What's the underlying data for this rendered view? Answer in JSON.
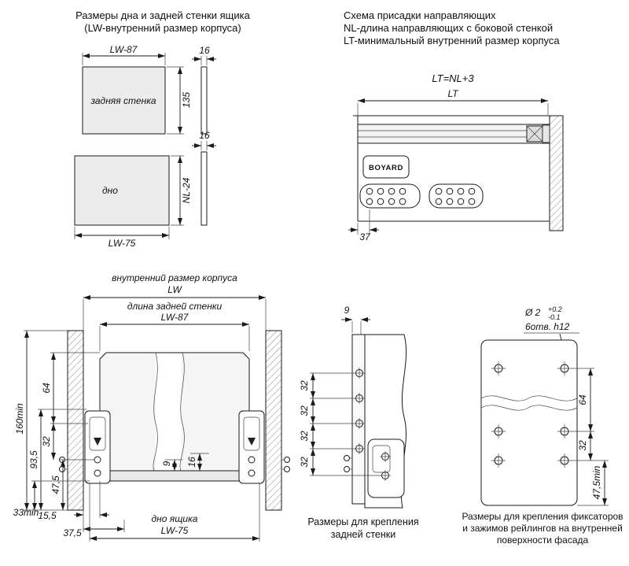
{
  "top_left": {
    "title_line1": "Размеры дна и задней стенки ящика",
    "title_line2": "(LW-внутренний размер корпуса)",
    "back_panel": {
      "label": "задняя стенка",
      "width_dim": "LW-87",
      "height_dim": "135",
      "thickness_dim": "16"
    },
    "bottom_panel": {
      "label": "дно",
      "depth_dim": "NL-24",
      "width_dim": "LW-75",
      "thickness_dim": "16"
    }
  },
  "top_right": {
    "title_line1": "Схема присадки направляющих",
    "title_line2": "NL-длина направляющих с боковой стенкой",
    "title_line3": "LT-минимальный внутренний размер корпуса",
    "formula": "LT=NL+3",
    "lt_dim": "LT",
    "offset_dim": "37",
    "brand": "BOYARD"
  },
  "bottom_left": {
    "cabinet_width_label": "внутренний размер корпуса",
    "cabinet_width_dim": "LW",
    "back_length_label": "длина задней стенки",
    "back_length_dim": "LW-87",
    "height_min_dim": "160min",
    "dim_93_5": "93,5",
    "dim_64": "64",
    "dim_32": "32",
    "dim_47_5": "47,5",
    "dim_33_min": "33min",
    "dim_15_5": "15,5",
    "dim_37_5": "37,5",
    "dim_9": "9",
    "dim_16": "16",
    "bottom_label": "дно ящика",
    "bottom_dim": "LW-75"
  },
  "bottom_middle": {
    "dim_9": "9",
    "dims_32": [
      "32",
      "32",
      "32",
      "32"
    ],
    "caption_line1": "Размеры для крепления",
    "caption_line2": "задней стенки"
  },
  "bottom_right": {
    "hole_dia": "Ø 2",
    "tol_plus": "+0.2",
    "tol_minus": "-0.1",
    "holes_note": "6отв. h12",
    "dim_64": "64",
    "dim_32": "32",
    "dim_47_5_min": "47,5min",
    "caption_line1": "Размеры для крепления фиксаторов",
    "caption_line2": "и зажимов рейлингов на внутренней",
    "caption_line3": "поверхности фасада"
  }
}
